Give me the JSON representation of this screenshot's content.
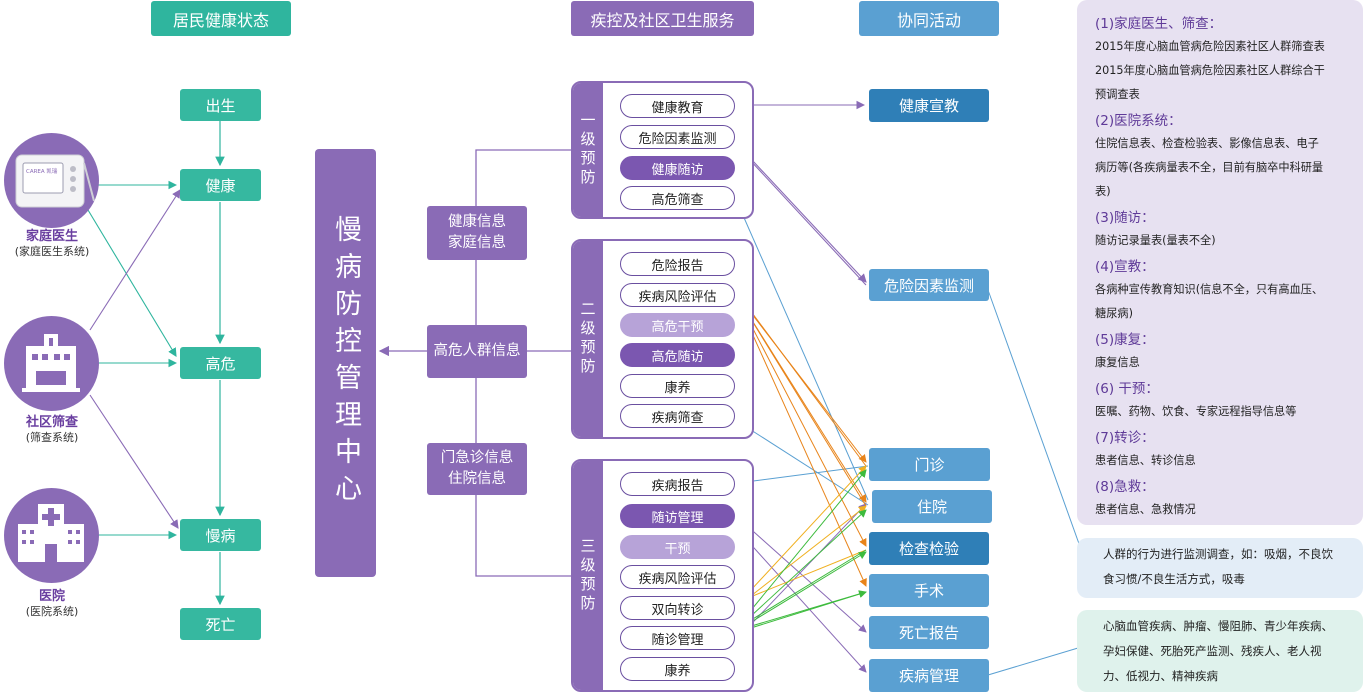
{
  "headers": {
    "health_status": "居民健康状态",
    "services": "疾控及社区卫生服务",
    "collab": "协同活动"
  },
  "status_flow": [
    "出生",
    "健康",
    "高危",
    "慢病",
    "死亡"
  ],
  "sources": [
    {
      "name": "家庭医生",
      "sub": "(家庭医生系统)",
      "device_text": "CAREA 凯瑞"
    },
    {
      "name": "社区筛查",
      "sub": "(筛查系统)"
    },
    {
      "name": "医院",
      "sub": "(医院系统)"
    }
  ],
  "center": {
    "title": "慢病防控管理中心"
  },
  "info_boxes": [
    {
      "line1": "健康信息",
      "line2": "家庭信息"
    },
    {
      "line1": "高危人群信息",
      "line2": ""
    },
    {
      "line1": "门急诊信息",
      "line2": "住院信息"
    }
  ],
  "levels": [
    {
      "label": "一级预防",
      "items": [
        {
          "text": "健康教育",
          "style": "outline"
        },
        {
          "text": "危险因素监测",
          "style": "outline"
        },
        {
          "text": "健康随访",
          "style": "dark"
        },
        {
          "text": "高危筛查",
          "style": "outline"
        }
      ]
    },
    {
      "label": "二级预防",
      "items": [
        {
          "text": "危险报告",
          "style": "outline"
        },
        {
          "text": "疾病风险评估",
          "style": "outline"
        },
        {
          "text": "高危干预",
          "style": "light"
        },
        {
          "text": "高危随访",
          "style": "dark"
        },
        {
          "text": "康养",
          "style": "outline"
        },
        {
          "text": "疾病筛查",
          "style": "outline"
        }
      ]
    },
    {
      "label": "三级预防",
      "items": [
        {
          "text": "疾病报告",
          "style": "outline"
        },
        {
          "text": "随访管理",
          "style": "dark"
        },
        {
          "text": "干预",
          "style": "light"
        },
        {
          "text": "疾病风险评估",
          "style": "outline"
        },
        {
          "text": "双向转诊",
          "style": "outline"
        },
        {
          "text": "随诊管理",
          "style": "outline"
        },
        {
          "text": "康养",
          "style": "outline"
        }
      ]
    }
  ],
  "collab_items": [
    "健康宣教",
    "危险因素监测",
    "门诊",
    "住院",
    "检查检验",
    "手术",
    "死亡报告",
    "疾病管理"
  ],
  "panel": [
    {
      "heading": "(1)家庭医生、筛查：",
      "lines": [
        "2015年度心脑血管病危险因素社区人群筛查表",
        "2015年度心脑血管病危险因素社区人群综合干",
        "预调查表"
      ]
    },
    {
      "heading": "(2)医院系统：",
      "lines": [
        "住院信息表、检查检验表、影像信息表、电子",
        "病历等(各疾病量表不全，目前有脑卒中科研量",
        "表)"
      ]
    },
    {
      "heading": "(3)随访：",
      "lines": [
        "随访记录量表(量表不全)"
      ]
    },
    {
      "heading": "(4)宣教：",
      "lines": [
        "各病种宣传教育知识(信息不全，只有高血压、",
        "糖尿病)"
      ]
    },
    {
      "heading": "(5)康复：",
      "lines": [
        "康复信息"
      ]
    },
    {
      "heading": "(6) 干预：",
      "lines": [
        "医嘱、药物、饮食、专家远程指导信息等"
      ]
    },
    {
      "heading": "(7)转诊：",
      "lines": [
        "患者信息、转诊信息"
      ]
    },
    {
      "heading": "(8)急救：",
      "lines": [
        "患者信息、急救情况"
      ]
    }
  ],
  "notes": {
    "monitoring": [
      "人群的行为进行监测调查，如：吸烟，不良饮",
      "食习惯/不良生活方式，吸毒"
    ],
    "diseases": [
      "心脑血管疾病、肿瘤、慢阻肺、青少年疾病、",
      "孕妇保健、死胎死产监测、残疾人、老人视",
      "力、低视力、精神疾病"
    ]
  },
  "colors": {
    "teal": "#36b8a0",
    "purple": "#8a6bb6",
    "blue": "#5aa0d2",
    "dark_blue": "#2f7fb7",
    "orange_arrow": "#e8841a",
    "green_arrow": "#3dbb3d",
    "yellow_arrow": "#f0b020"
  }
}
